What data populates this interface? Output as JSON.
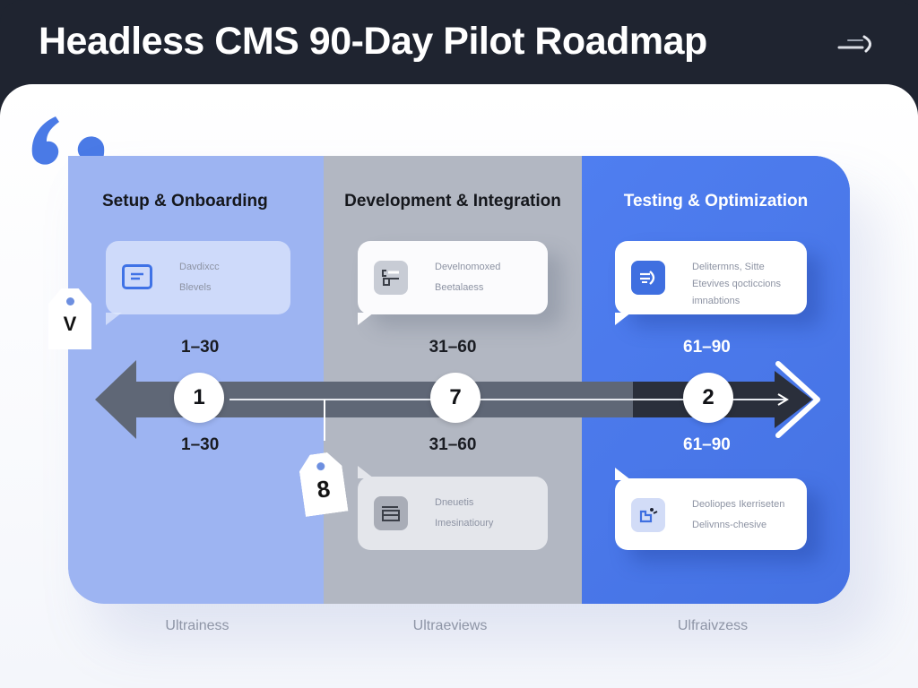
{
  "header": {
    "title": "Headless CMS 90-Day Pilot Roadmap",
    "menu_icon": "collapse-icon"
  },
  "decorations": {
    "quote_icon": "quote-mark-icon",
    "tag_left": "V",
    "tag_middle": "8"
  },
  "phases": [
    {
      "title": "Setup & Onboarding",
      "range_top": "1–30",
      "range_bottom": "1–30",
      "step": "1",
      "card_top": {
        "icon": "message-card-icon",
        "lines": [
          "Davdixcc",
          "Blevels"
        ]
      },
      "footer": "Ultrainess",
      "color": "#9db4f2"
    },
    {
      "title": "Development & Integration",
      "range_top": "31–60",
      "range_bottom": "31–60",
      "step": "7",
      "card_top": {
        "icon": "code-bracket-icon",
        "lines": [
          "Develnomoxed",
          "Beetalaess"
        ]
      },
      "card_bottom": {
        "icon": "server-icon",
        "lines": [
          "Dneuetis",
          "Imesinatioury"
        ]
      },
      "footer": "Ultraeviews",
      "color": "#b2b7c2"
    },
    {
      "title": "Testing & Optimization",
      "range_top": "61–90",
      "range_bottom": "61–90",
      "step": "2",
      "card_top": {
        "icon": "deploy-icon",
        "lines": [
          "Delitermns, Sitte",
          "Etevives qocticcions",
          "imnabtions"
        ]
      },
      "card_bottom": {
        "icon": "folder-edit-icon",
        "lines": [
          "Deoliopes Ikerriseten",
          "Delivnns-chesive"
        ]
      },
      "footer": "Ulfraivzess",
      "color": "#4a77e8"
    }
  ]
}
